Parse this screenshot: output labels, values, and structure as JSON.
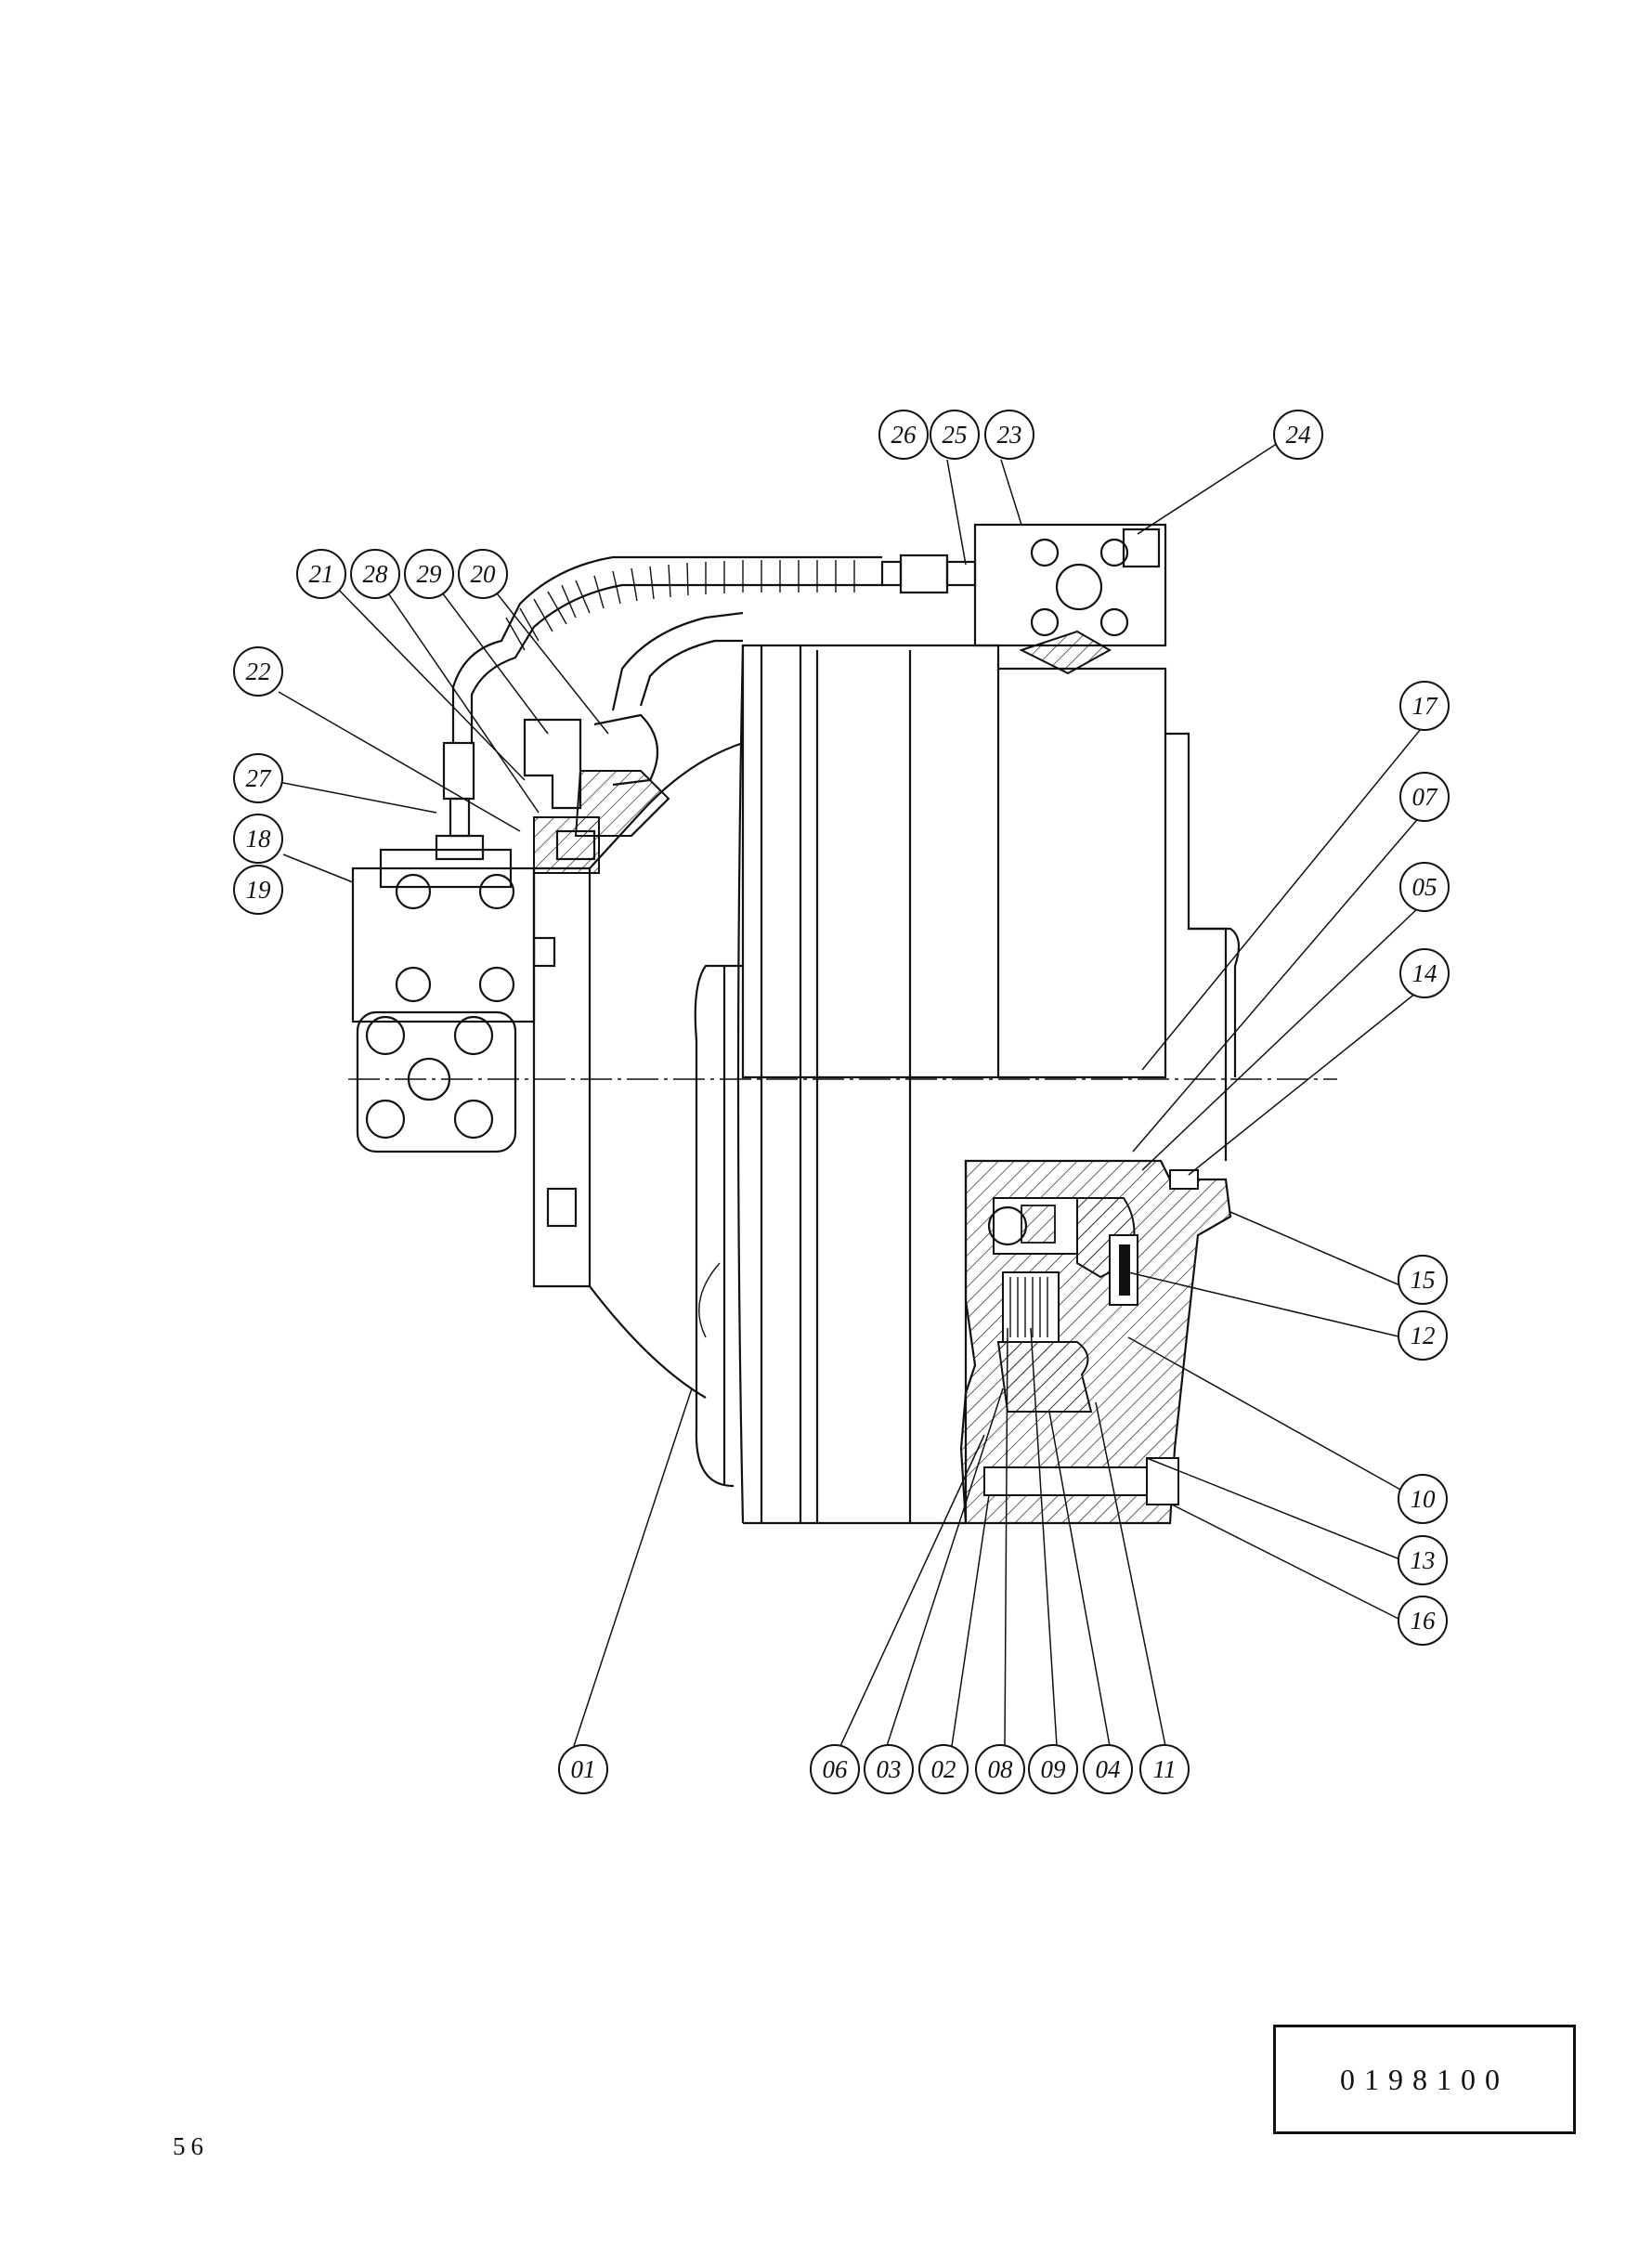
{
  "drawing": {
    "callouts": [
      "01",
      "02",
      "03",
      "04",
      "05",
      "06",
      "07",
      "08",
      "09",
      "10",
      "11",
      "12",
      "13",
      "14",
      "15",
      "16",
      "17",
      "18",
      "19",
      "20",
      "21",
      "22",
      "23",
      "24",
      "25",
      "26",
      "27",
      "28",
      "29"
    ]
  },
  "document_number": "0198100",
  "page_number": "56"
}
